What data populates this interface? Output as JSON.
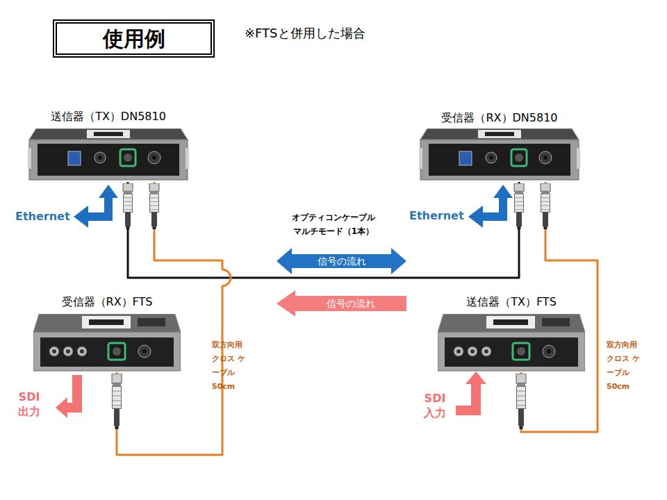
{
  "diagram": {
    "title": "使用例",
    "nodes": [
      {
        "text": [
          "送信器（TX）DN5810"
        ]
      },
      {
        "text": [
          "受信器（RX）DN5810"
        ]
      },
      {
        "text": [
          "受信器（RX）FTS"
        ]
      },
      {
        "text": [
          "送信器（TX）FTS"
        ]
      }
    ],
    "edges": [
      {
        "from": 0,
        "to": 1,
        "arrow": "none",
        "label": "オプティコンケーブル マルチモード（1本）"
      },
      {
        "from": 0,
        "to": 2,
        "arrow": "none",
        "label": "双方向用 クロス ケーブル 50cm"
      },
      {
        "from": 1,
        "to": 3,
        "arrow": "none",
        "label": "双方向用 クロス ケーブル 50cm"
      }
    ],
    "labels": [
      "※FTSと併用した場合",
      "Ethernet",
      "Ethernet",
      "信号の流れ",
      "信号の流れ",
      "SDI 出力",
      "SDI 入力"
    ]
  }
}
